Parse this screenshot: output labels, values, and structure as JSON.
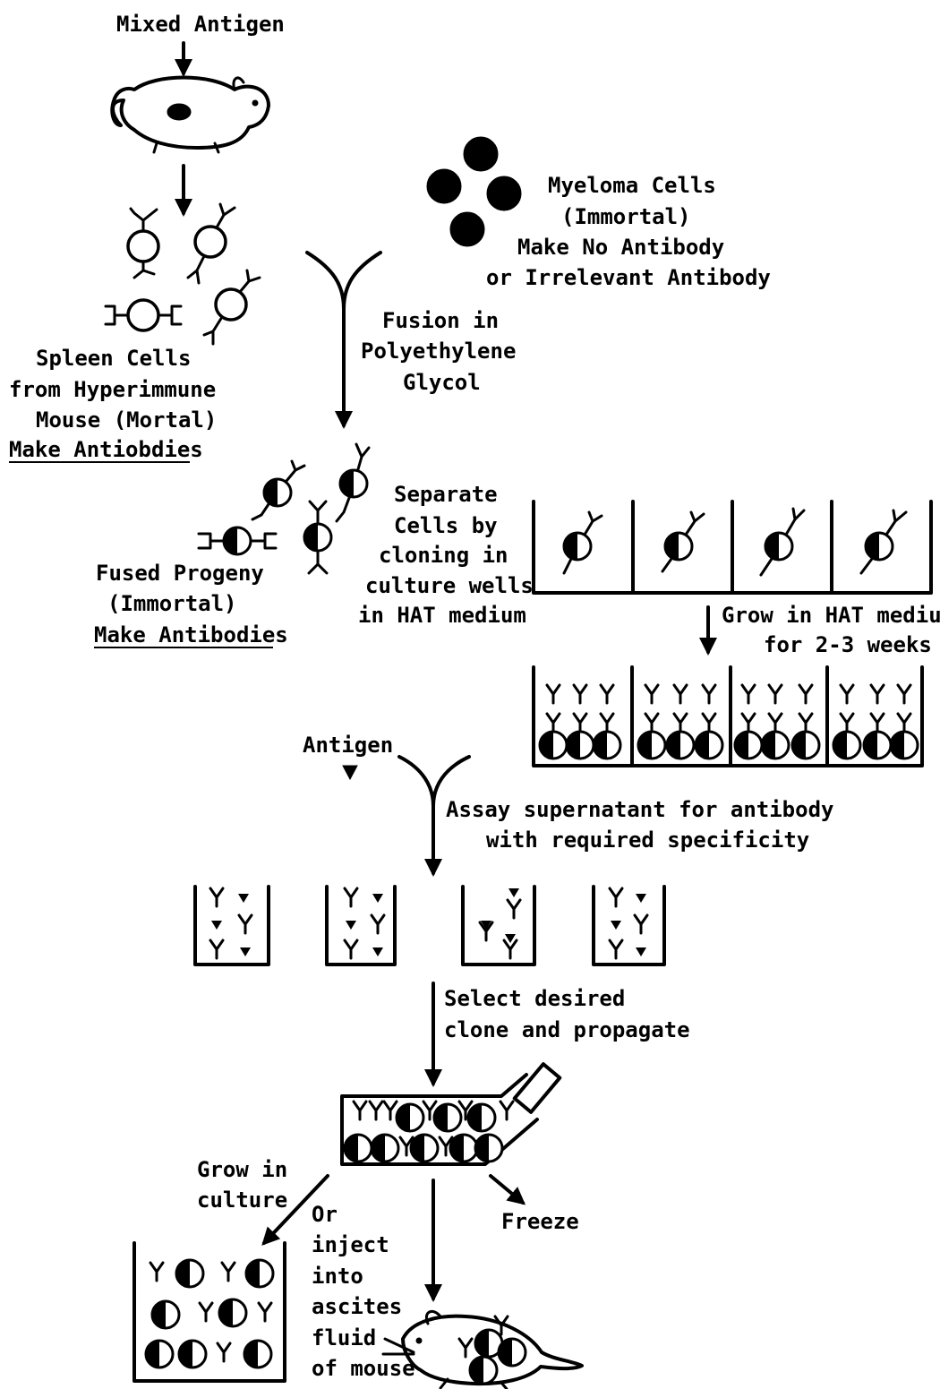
{
  "labels": {
    "mixed_antigen": "Mixed Antigen",
    "myeloma_1": "Myeloma Cells",
    "myeloma_2": "(Immortal)",
    "myeloma_3": "Make No Antibody",
    "myeloma_4": "or Irrelevant Antibody",
    "spleen_1": "Spleen Cells",
    "spleen_2": "from Hyperimmune",
    "spleen_3": "Mouse (Mortal)",
    "spleen_4": "Make Antiobdies",
    "fusion_1": "Fusion in",
    "fusion_2": "Polyethylene",
    "fusion_3": "Glycol",
    "separate_1": "Separate",
    "separate_2": "Cells by",
    "separate_3": "cloning in",
    "separate_4": "culture wells",
    "separate_5": "in HAT medium",
    "fused_1": "Fused Progeny",
    "fused_2": "(Immortal)",
    "fused_3": "Make Antibodies",
    "grow_hat_1": "Grow in HAT medium",
    "grow_hat_2": "for 2-3 weeks",
    "antigen": "Antigen",
    "assay_1": "Assay supernatant for antibody",
    "assay_2": "with required specificity",
    "select_1": "Select desired",
    "select_2": "clone and propagate",
    "grow_culture_1": "Grow in",
    "grow_culture_2": "culture",
    "freeze": "Freeze",
    "inject_1": "Or",
    "inject_2": "inject",
    "inject_3": "into",
    "inject_4": "ascites",
    "inject_5": "fluid",
    "inject_6": "of mouse"
  },
  "icons": [
    "mouse-icon",
    "myeloma-cell-icon",
    "spleen-cell-icon",
    "hybridoma-cell-icon",
    "antibody-icon",
    "antigen-icon",
    "culture-flask-icon"
  ]
}
